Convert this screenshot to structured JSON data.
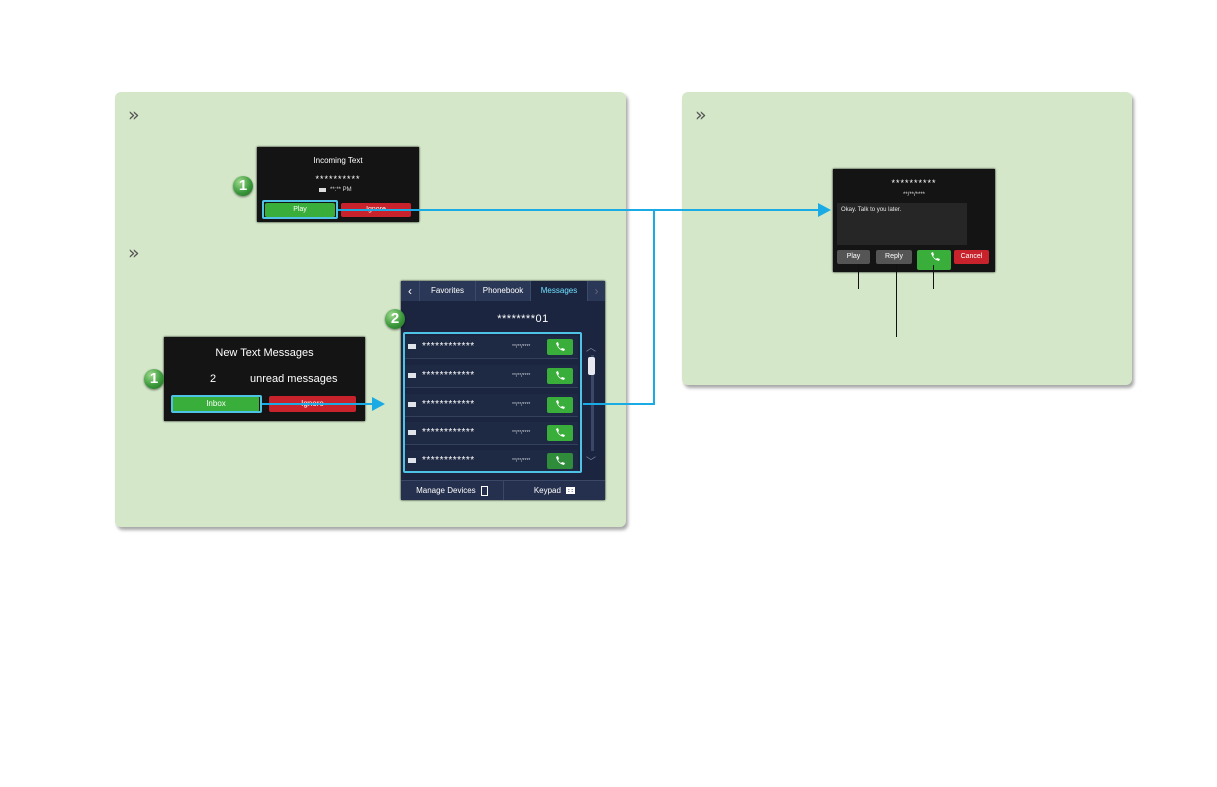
{
  "incoming_text": {
    "title": "Incoming Text",
    "number": "**********",
    "time": "**:** PM",
    "play_label": "Play",
    "ignore_label": "Ignore"
  },
  "new_messages": {
    "title": "New Text Messages",
    "count": "2",
    "unread_label": "unread messages",
    "inbox_label": "Inbox",
    "ignore_label": "Ignore"
  },
  "phone_screen": {
    "tabs": [
      "Favorites",
      "Phonebook",
      "Messages"
    ],
    "active_tab": "Messages",
    "header": "********01",
    "rows": [
      {
        "name": "************",
        "date": "**/**/****"
      },
      {
        "name": "************",
        "date": "**/**/****"
      },
      {
        "name": "************",
        "date": "**/**/****"
      },
      {
        "name": "************",
        "date": "**/**/****"
      },
      {
        "name": "************",
        "date": "**/**/****"
      }
    ],
    "manage_devices_label": "Manage Devices",
    "keypad_label": "Keypad"
  },
  "message_view": {
    "sender": "**********",
    "date": "**/**/****",
    "body": "Okay. Talk to you later.",
    "play_label": "Play",
    "reply_label": "Reply",
    "cancel_label": "Cancel"
  },
  "badges": {
    "step1": "1",
    "step2": "2"
  },
  "colors": {
    "panel": "#d4e8c9",
    "arrow": "#1aaae4",
    "green_button": "#3aae3a",
    "red_button": "#c8232c",
    "highlight": "#4fc3e6"
  }
}
